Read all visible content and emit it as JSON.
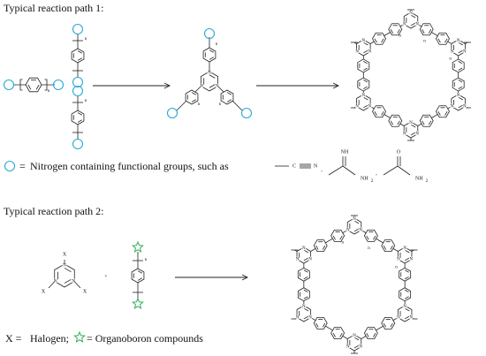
{
  "path1": {
    "title": "Typical reaction path 1:"
  },
  "path2": {
    "title": "Typical reaction path 2:"
  },
  "legend_nitrogen": {
    "equals": "=",
    "text": "Nitrogen containing functional groups, such as",
    "nitrile_n": "N",
    "amidine_nh": "NH",
    "amidine_nh2": "NH",
    "amide_o": "O",
    "amide_nh2": "NH",
    "subscript_2": "2",
    "comma": ","
  },
  "legend_bottom": {
    "x_label": "X =",
    "halogen": "Halogen;",
    "organoboron": "= Organoboron compounds"
  },
  "labels": {
    "triazine_n": "N",
    "repeat_n": "n",
    "halogen_x": "X",
    "plus": "+"
  },
  "colors": {
    "nitrogen_marker": "#2aa8d8",
    "boron_marker": "#2eae5a",
    "ink": "#111111"
  }
}
